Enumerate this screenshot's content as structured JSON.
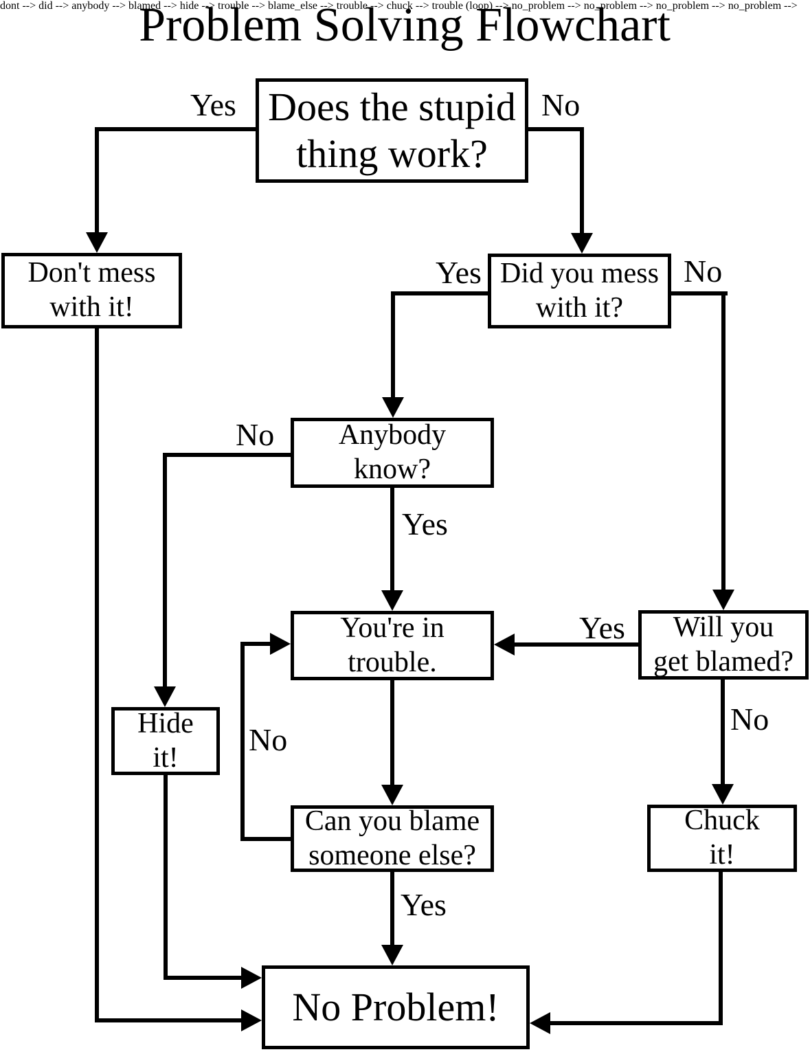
{
  "title": "Problem Solving Flowchart",
  "colors": {
    "line": "#000000",
    "background": "#ffffff",
    "text": "#000000"
  },
  "nodes": {
    "does": {
      "line1": "Does the stupid",
      "line2": "thing work?"
    },
    "dont": {
      "line1": "Don't mess",
      "line2": "with it!"
    },
    "did": {
      "line1": "Did you mess",
      "line2": "with it?"
    },
    "anybody": {
      "line1": "Anybody",
      "line2": "know?"
    },
    "trouble": {
      "line1": "You're in",
      "line2": "trouble."
    },
    "blamed": {
      "line1": "Will you",
      "line2": "get blamed?"
    },
    "hide": {
      "line1": "Hide",
      "line2": "it!"
    },
    "blame_else": {
      "line1": "Can you blame",
      "line2": "someone else?"
    },
    "chuck": {
      "line1": "Chuck",
      "line2": "it!"
    },
    "no_problem": {
      "line1": "No Problem!"
    }
  },
  "edge_labels": {
    "does_yes": "Yes",
    "does_no": "No",
    "did_yes": "Yes",
    "did_no": "No",
    "anybody_no": "No",
    "anybody_yes": "Yes",
    "blamed_yes": "Yes",
    "blamed_no": "No",
    "loop_no": "No",
    "blame_else_yes": "Yes"
  },
  "edges": [
    {
      "from": "does",
      "label": "Yes",
      "to": "dont"
    },
    {
      "from": "does",
      "label": "No",
      "to": "did"
    },
    {
      "from": "did",
      "label": "Yes",
      "to": "anybody"
    },
    {
      "from": "did",
      "label": "No",
      "to": "blamed"
    },
    {
      "from": "anybody",
      "label": "No",
      "to": "hide"
    },
    {
      "from": "anybody",
      "label": "Yes",
      "to": "trouble"
    },
    {
      "from": "blamed",
      "label": "Yes",
      "to": "trouble"
    },
    {
      "from": "blamed",
      "label": "No",
      "to": "chuck"
    },
    {
      "from": "trouble",
      "label": "",
      "to": "blame_else"
    },
    {
      "from": "blame_else",
      "label": "No",
      "to": "trouble"
    },
    {
      "from": "blame_else",
      "label": "Yes",
      "to": "no_problem"
    },
    {
      "from": "hide",
      "label": "",
      "to": "no_problem"
    },
    {
      "from": "dont",
      "label": "",
      "to": "no_problem"
    },
    {
      "from": "chuck",
      "label": "",
      "to": "no_problem"
    }
  ]
}
